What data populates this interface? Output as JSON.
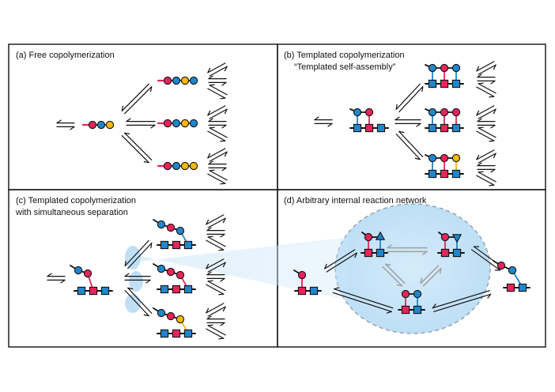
{
  "panels": {
    "a": {
      "label": "(a) Free copolymerization"
    },
    "b": {
      "label_line1": "(b) Templated copolymerization",
      "label_line2": "“Templated self-assembly”"
    },
    "c": {
      "label_line1": "(c) Templated copolymerization",
      "label_line2": "with simultaneous separation"
    },
    "d": {
      "label": "(d) Arbitrary internal reaction network"
    }
  },
  "colors": {
    "monomer_red": "#e8245a",
    "monomer_blue": "#1f86cc",
    "monomer_yellow": "#f5b800",
    "template_blue": "#1f86cc",
    "template_red": "#e8245a",
    "highlight_fill": "#cfe8fa",
    "highlight_dashed_border": "#8a9aaa",
    "arrow_gray": "#a0a0a0",
    "line": "#111111"
  }
}
